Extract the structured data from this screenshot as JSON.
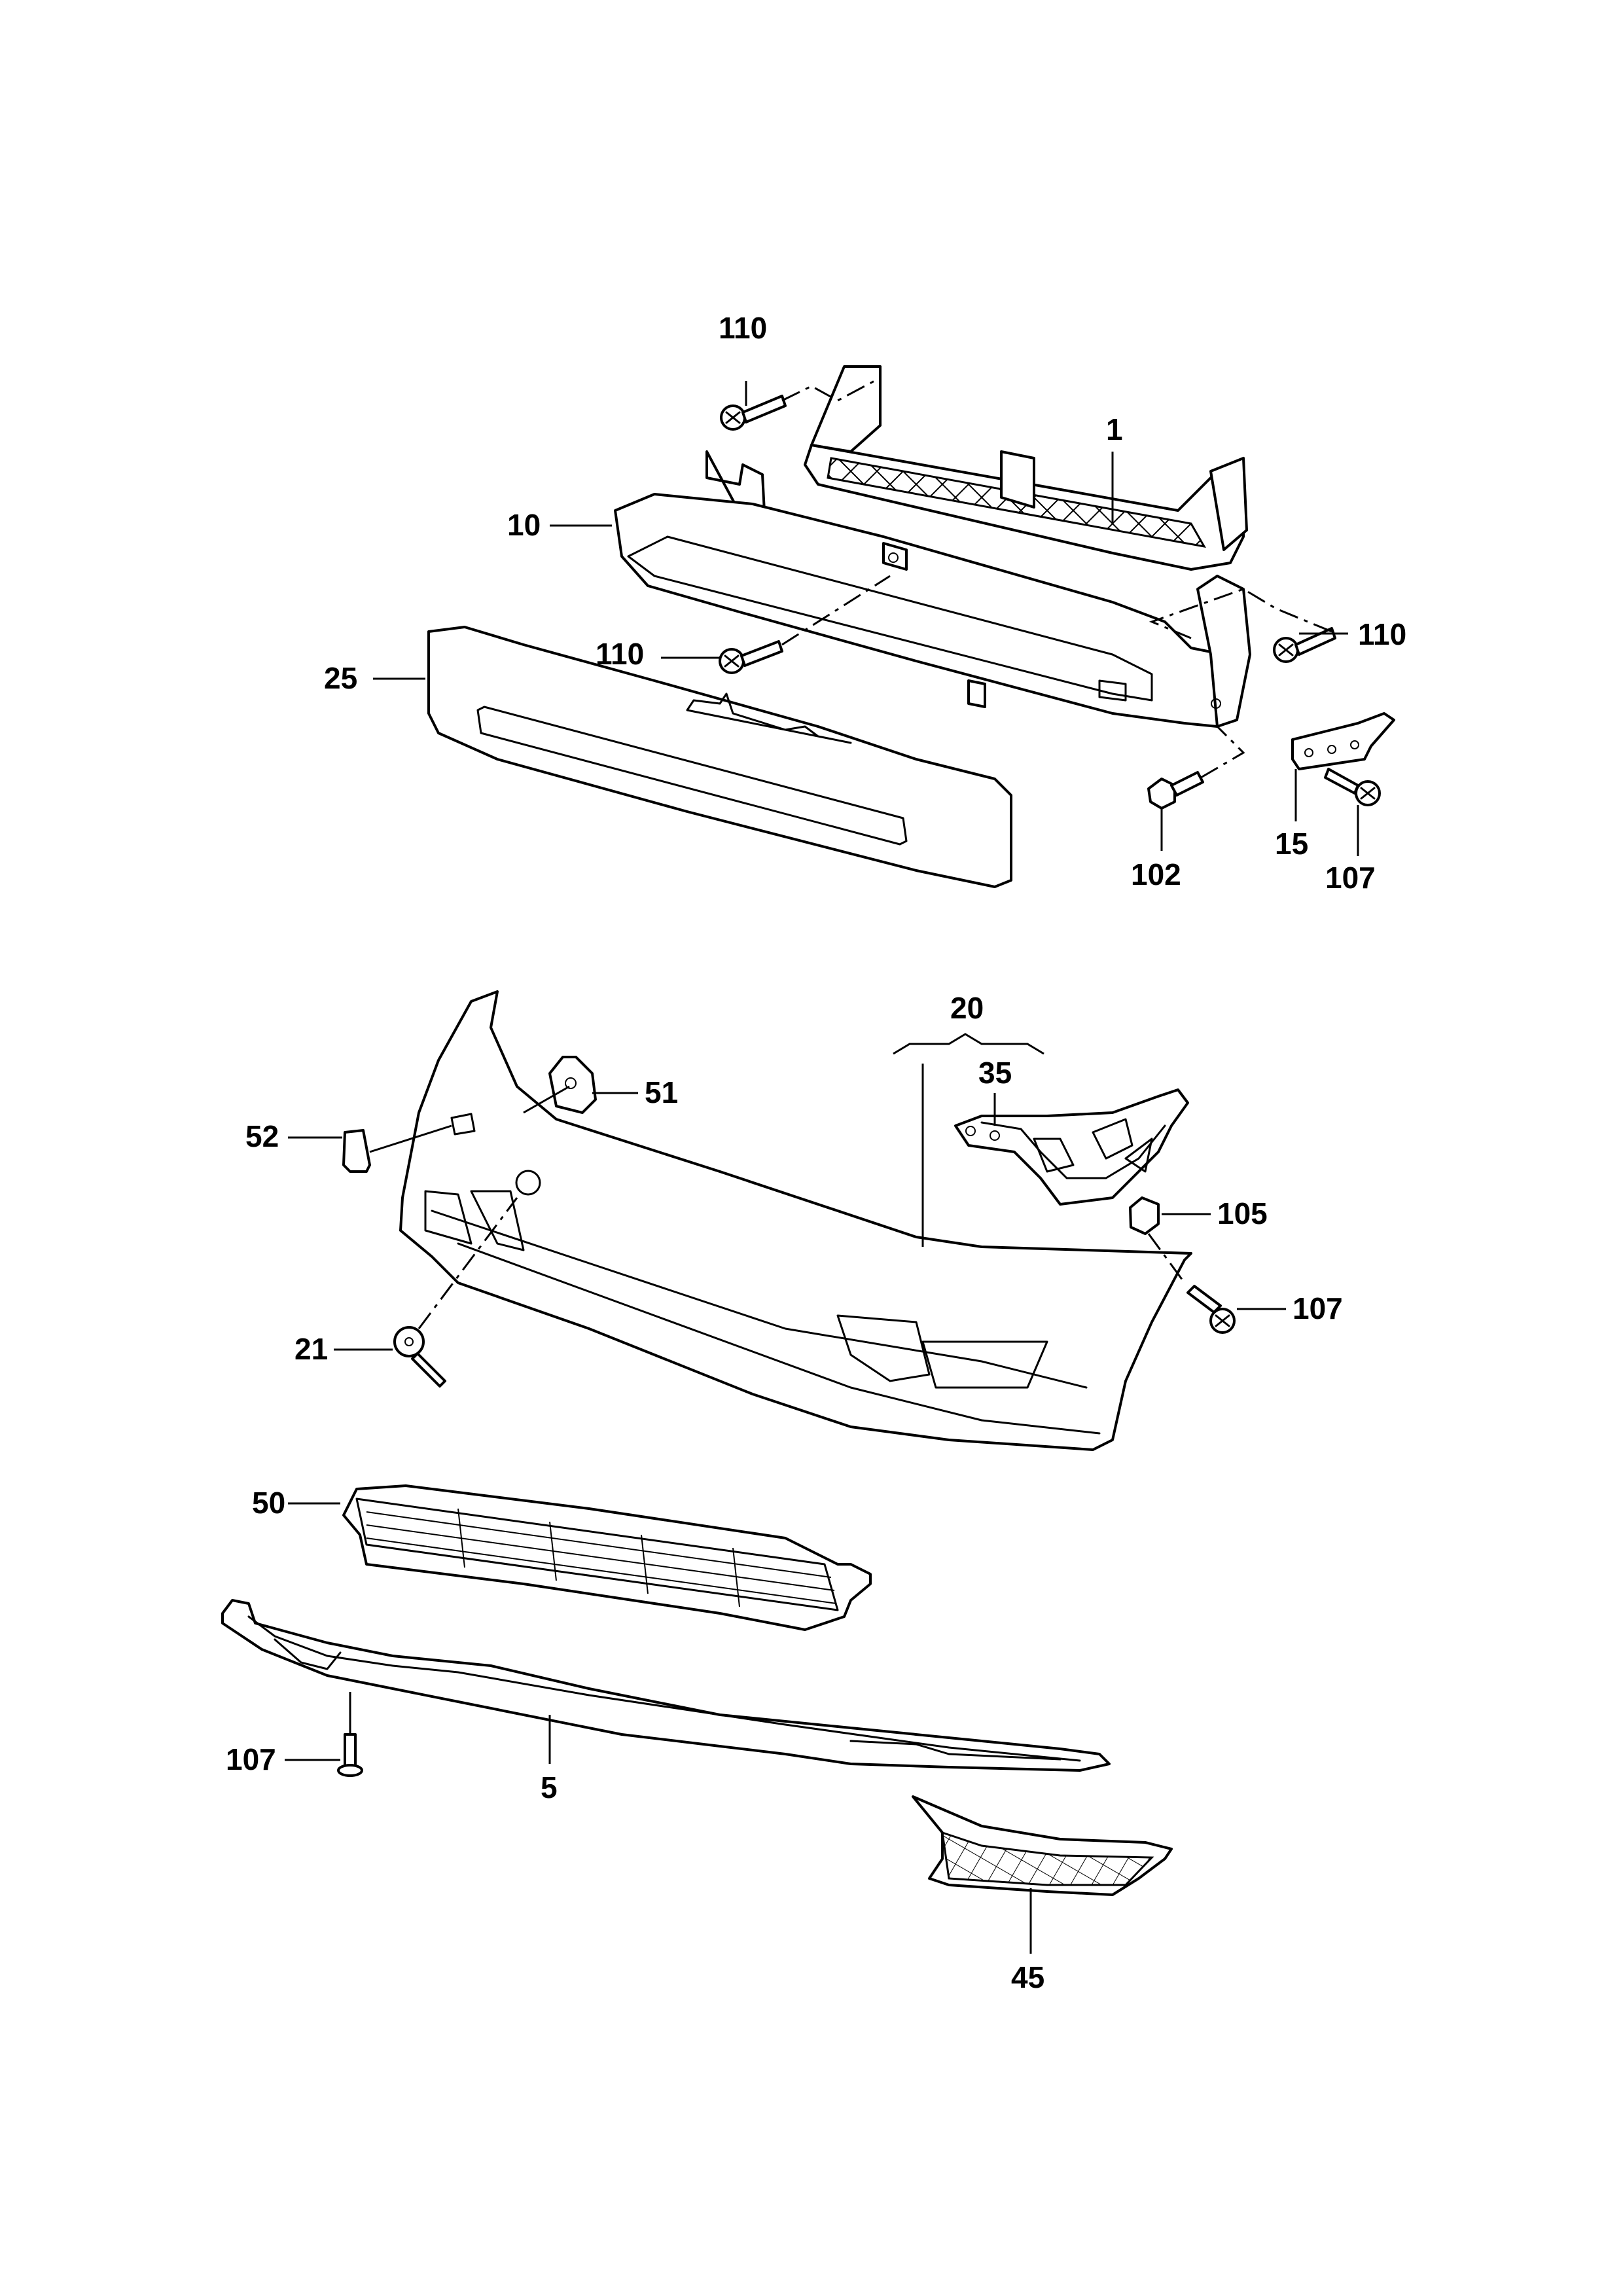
{
  "callouts": {
    "c110_top": "110",
    "c1": "1",
    "c10": "10",
    "c110_mid": "110",
    "c110_right": "110",
    "c25": "25",
    "c102": "102",
    "c15": "15",
    "c107_top": "107",
    "c20": "20",
    "c35": "35",
    "c51": "51",
    "c52": "52",
    "c105": "105",
    "c107_mid": "107",
    "c21": "21",
    "c50": "50",
    "c107_bottom": "107",
    "c5": "5",
    "c45": "45"
  },
  "colors": {
    "line": "#000000",
    "background": "#ffffff"
  }
}
